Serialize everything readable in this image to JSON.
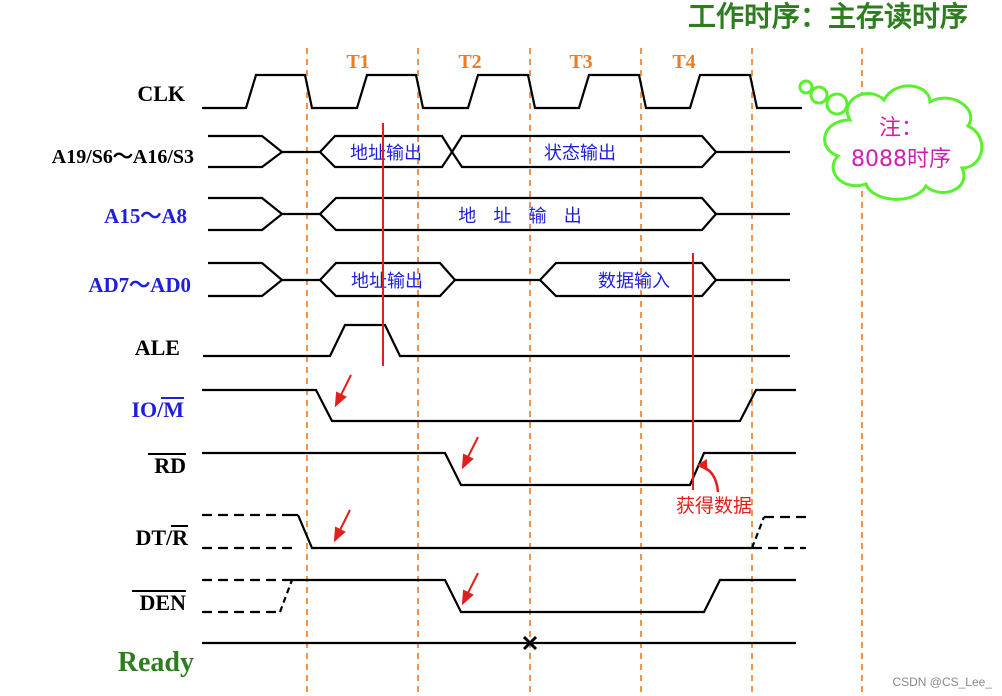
{
  "title": "工作时序：主存读时序",
  "periods": [
    "T1",
    "T2",
    "T3",
    "T4"
  ],
  "signals": {
    "clk": "CLK",
    "addr_status": "A19/S6～A16/S3",
    "addr_high": "A15～A8",
    "addr_data": "AD7～AD0",
    "ale": "ALE",
    "io_m": "IO/M",
    "rd": "RD",
    "dt_r": "DT/R",
    "den": "DEN",
    "ready": "Ready"
  },
  "bus_labels": {
    "addr_out": "地址输出",
    "status_out": "状态输出",
    "addr_out_spaced": "地   址   输   出",
    "addr_out_2": "地址输出",
    "data_in": "数据输入"
  },
  "annotation": "获得数据",
  "note": {
    "line1": "注：",
    "line2": "8088时序"
  },
  "watermark": "CSDN @CS_Lee_",
  "colors": {
    "title": "#2e7d1e",
    "blue_label": "#1f1fd8",
    "black": "#000000",
    "orange": "#f07a20",
    "red": "#e0201c",
    "cloud": "#59f02c",
    "note_text": "#d01fb0",
    "ready": "#2e7d1e"
  }
}
